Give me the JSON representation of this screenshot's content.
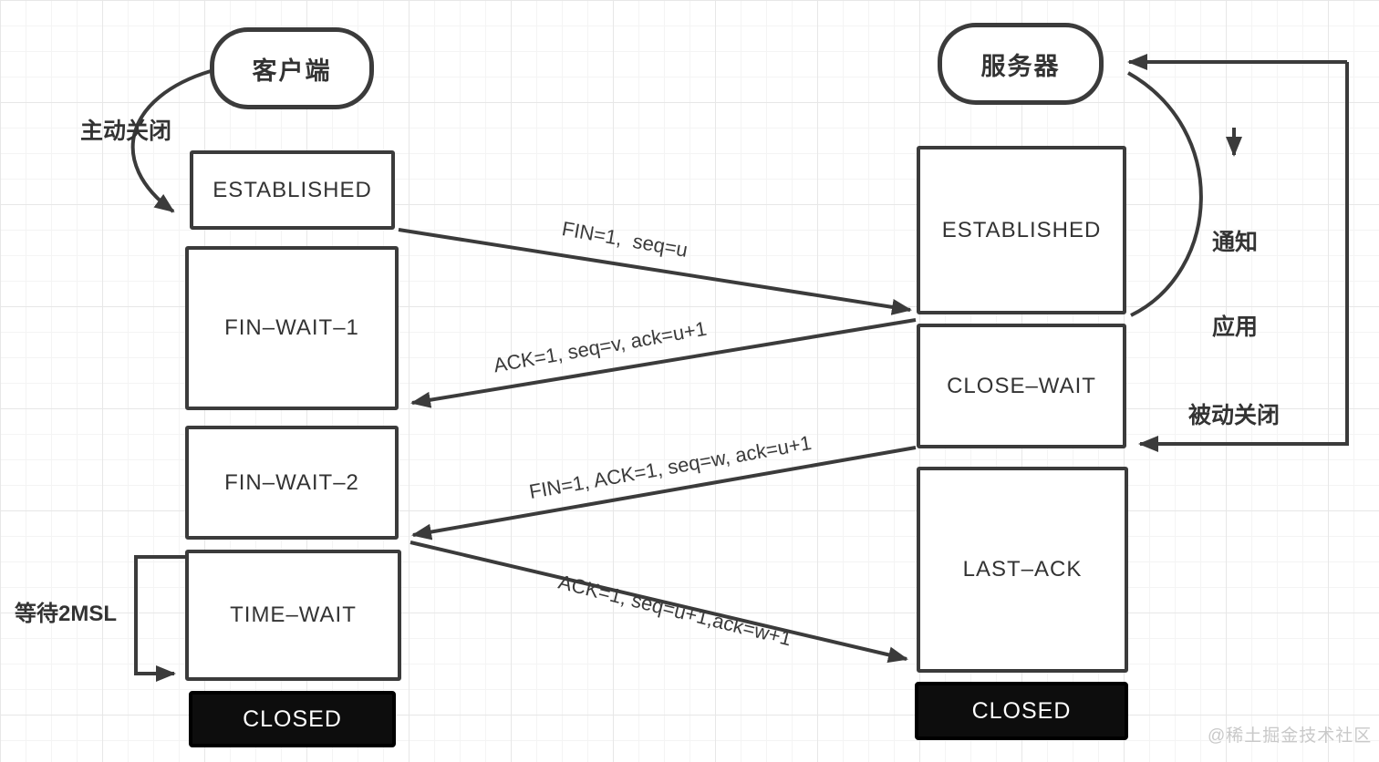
{
  "diagram": {
    "client": {
      "label": "客户端"
    },
    "server": {
      "label": "服务器"
    },
    "client_states": {
      "established": "ESTABLISHED",
      "fin_wait_1": "FIN–WAIT–1",
      "fin_wait_2": "FIN–WAIT–2",
      "time_wait": "TIME–WAIT",
      "closed": "CLOSED"
    },
    "server_states": {
      "established": "ESTABLISHED",
      "close_wait": "CLOSE–WAIT",
      "last_ack": "LAST–ACK",
      "closed": "CLOSED"
    },
    "messages": {
      "fin": "FIN=1,  seq=u",
      "ack": "ACK=1, seq=v, ack=u+1",
      "fin_ack": "FIN=1, ACK=1, seq=w, ack=u+1",
      "last_ack": "ACK=1, seq=u+1,ack=w+1"
    },
    "annotations": {
      "active_close": "主动关闭",
      "notify_app_line1": "通知",
      "notify_app_line2": "应用",
      "passive_close": "被动关闭",
      "wait_2msl": "等待2MSL"
    },
    "watermark": "@稀土掘金技术社区",
    "colors": {
      "stroke": "#3b3b3b",
      "box_fill": "#ffffff",
      "closed_fill": "#0d0d0d",
      "closed_text": "#ffffff",
      "watermark_text": "#c9c9c9"
    }
  }
}
